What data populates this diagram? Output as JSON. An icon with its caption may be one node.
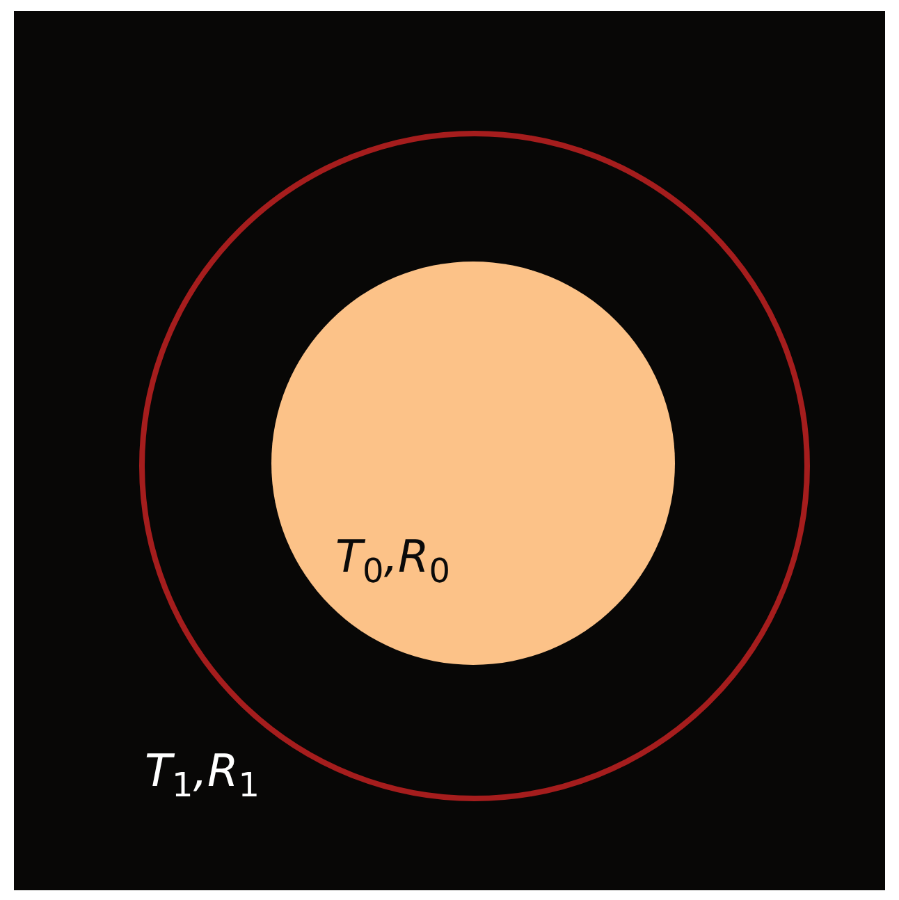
{
  "diagram": {
    "nodes": [
      {
        "text": [
          "T$_{1}$,R$_{1}$"
        ]
      },
      {
        "text": [
          "T$_{0}$,R$_{0}$"
        ],
        "in": 0
      }
    ]
  }
}
